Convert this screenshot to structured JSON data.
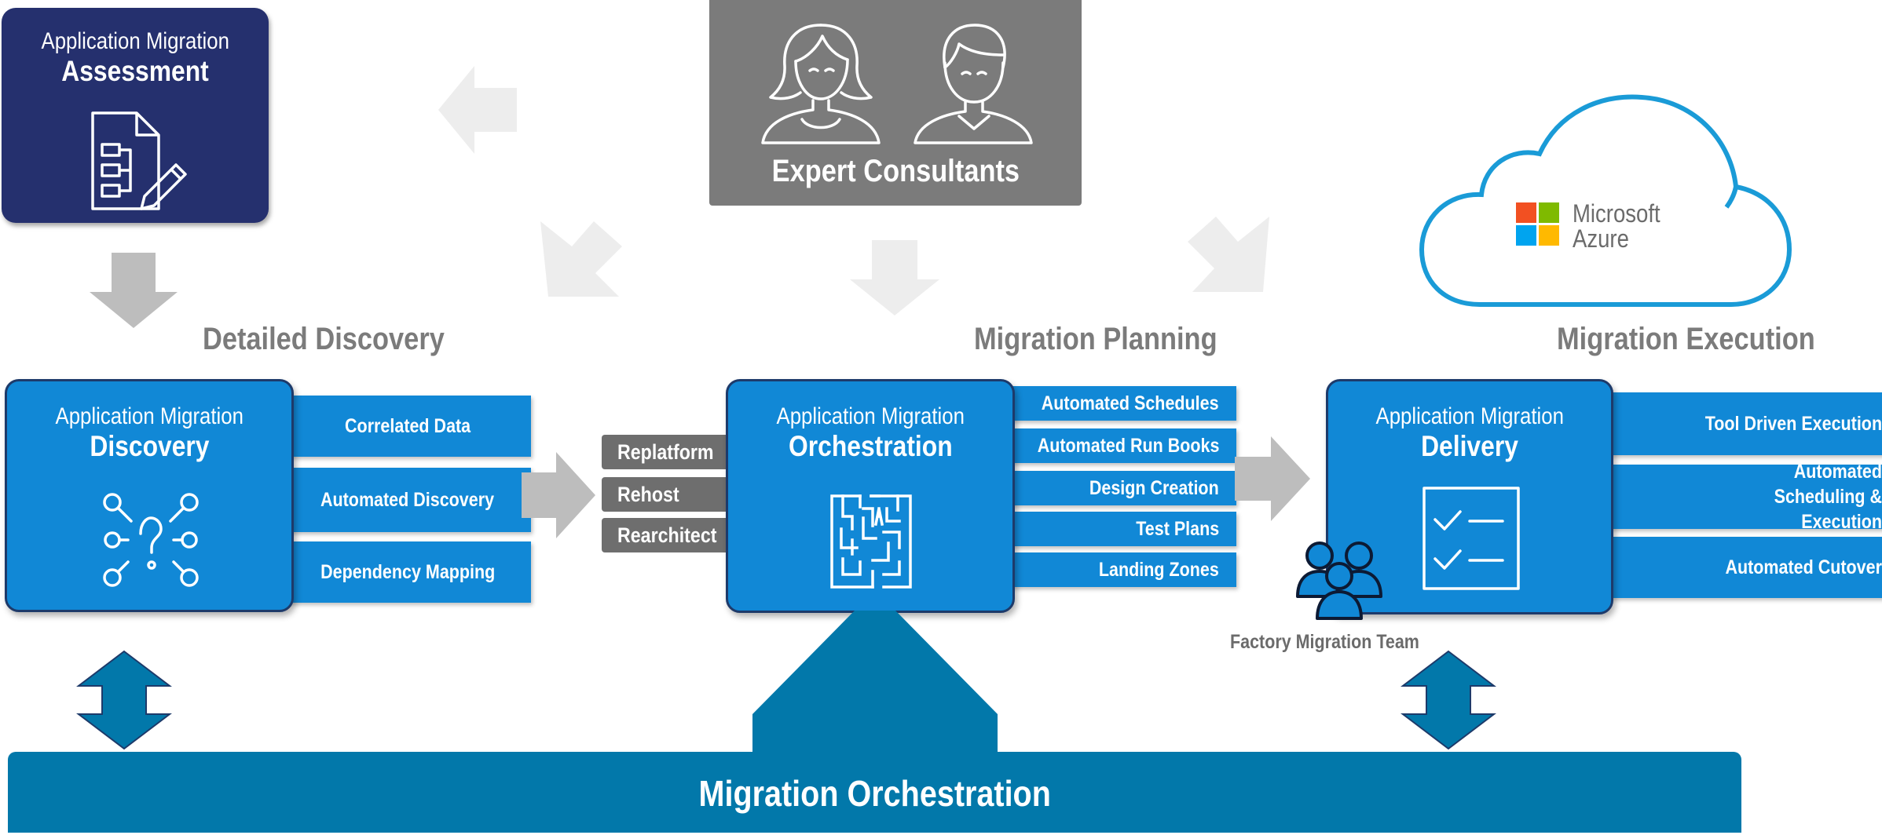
{
  "assessment": {
    "subtitle": "Application Migration",
    "title": "Assessment"
  },
  "experts": {
    "label": "Expert Consultants"
  },
  "azure": {
    "line1": "Microsoft",
    "line2": "Azure"
  },
  "stage_titles": {
    "discovery": "Detailed Discovery",
    "planning": "Migration Planning",
    "execution": "Migration Execution"
  },
  "discovery": {
    "subtitle": "Application Migration",
    "title": "Discovery",
    "features": [
      "Correlated Data",
      "Automated Discovery",
      "Dependency Mapping"
    ]
  },
  "approaches": [
    "Replatform",
    "Rehost",
    "Rearchitect"
  ],
  "orchestration": {
    "subtitle": "Application Migration",
    "title": "Orchestration",
    "features": [
      "Automated Schedules",
      "Automated Run Books",
      "Design Creation",
      "Test Plans",
      "Landing Zones"
    ]
  },
  "delivery": {
    "subtitle": "Application Migration",
    "title": "Delivery",
    "features": [
      "Tool Driven Execution",
      "Automated Scheduling & Execution",
      "Automated Cutover"
    ]
  },
  "team": {
    "label": "Factory Migration Team"
  },
  "bottom_bar": {
    "label": "Migration Orchestration"
  },
  "colors": {
    "navy": "#25306e",
    "blue": "#1188d6",
    "teal": "#0278aa",
    "gray": "#7b7b7b",
    "light_gray_arrow": "#ededed",
    "mid_gray_arrow": "#bdbdbd",
    "ms_red": "#f25022",
    "ms_green": "#7fba00",
    "ms_blue": "#00a4ef",
    "ms_yellow": "#ffb900"
  },
  "icons": [
    "document-edit-icon",
    "woman-icon",
    "man-icon",
    "cloud-icon",
    "microsoft-logo-icon",
    "question-network-icon",
    "maze-icon",
    "checklist-icon",
    "team-icon",
    "arrow-icons"
  ]
}
